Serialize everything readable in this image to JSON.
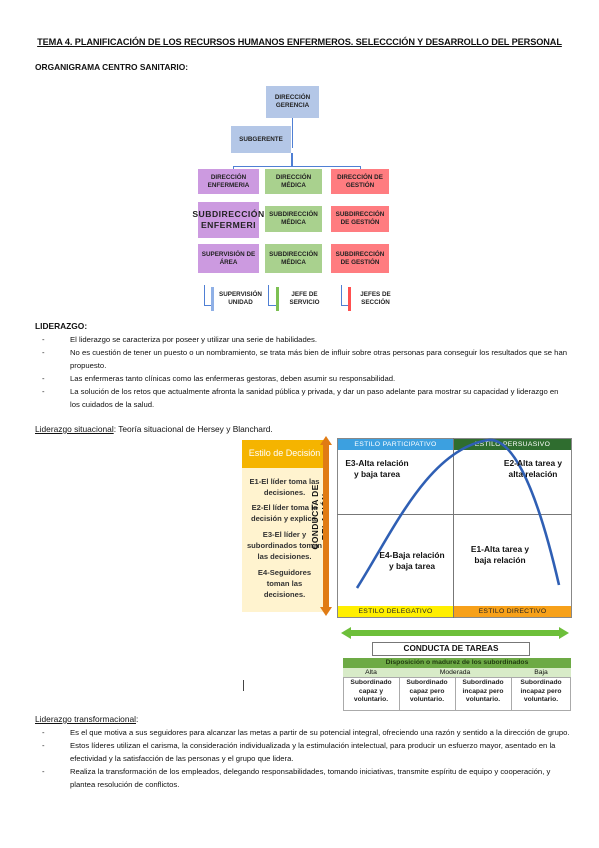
{
  "title": "TEMA 4. PLANIFICACIÓN DE LOS RECURSOS HUMANOS ENFERMEROS. SELECCCIÓN Y DESARROLLO DEL PERSONAL",
  "org": {
    "heading": "ORGANIGRAMA CENTRO SANITARIO:",
    "direccion_gerencia": "DIRECCIÓN GERENCIA",
    "subgerente": "SUBGERENTE",
    "dir_enfermeria": "DIRECCIÓN ENFERMERIA",
    "dir_medica": "DIRECCIÓN MÉDICA",
    "dir_gestion": "DIRECCIÓN DE GESTIÓN",
    "sub_enfermeria": "SUBDIRECCIÓN ENFERMERI",
    "sub_medica_1": "SUBDIRECCIÓN MÉDICA",
    "sub_gestion_1": "SUBDIRECCIÓN DE GESTIÓN",
    "sup_area": "SUPERVISIÓN DE ÁREA",
    "sub_medica_2": "SUBDIRECCIÓN MÉDICA",
    "sub_gestion_2": "SUBDIRECCIÓN DE GESTIÓN",
    "sup_unidad": "SUPERVISIÓN UNIDAD",
    "jefe_servicio": "JEFE DE SERVICIO",
    "jefes_seccion": "JEFES DE SECCIÓN"
  },
  "liderazgo": {
    "heading": "LIDERAZGO:",
    "items": [
      "El liderazgo se caracteriza por poseer y utilizar una serie de habilidades.",
      "No es cuestión de tener un puesto o un nombramiento, se trata más bien de influir sobre otras personas para conseguir los resultados que se han propuesto.",
      "Las enfermeras tanto clínicas como las enfermeras gestoras, deben asumir su responsabilidad.",
      "La solución de los retos que actualmente afronta la sanidad pública y privada, y dar un paso adelante para mostrar su capacidad y liderazgo en los cuidados de la salud."
    ]
  },
  "situacional": {
    "label": "Liderazgo situacional",
    "text": ": Teoría situacional de Hersey y Blanchard."
  },
  "diagram": {
    "estilo_decision": "Estilo de Decisión",
    "e1": "E1-El líder toma las decisiones.",
    "e2": "E2-El líder toma la decisión y explica.",
    "e3": "E3-El líder y subordinados toman las decisiones.",
    "e4": "E4-Seguidores toman las decisiones.",
    "conducta_relacion": "CONDUCTA DE RELACIÓN",
    "estilo_participativo": "ESTILO PARTICIPATIVO",
    "estilo_persuasivo": "ESTILO PERSUASIVO",
    "estilo_delegativo": "ESTILO DELEGATIVO",
    "estilo_directivo": "ESTILO DIRECTIVO",
    "q_e3": "E3-Alta relación y baja tarea",
    "q_e2": "E2-Alta tarea y alta relación",
    "q_e4": "E4-Baja relación y baja tarea",
    "q_e1": "E1-Alta tarea y baja relación",
    "conducta_tareas": "CONDUCTA DE TAREAS",
    "disposicion": "Disposición o madurez de los subordinados",
    "alta": "Alta",
    "moderada": "Moderada",
    "baja": "Baja",
    "c1": "Subordinado capaz y voluntario.",
    "c2": "Subordinado capaz pero voluntario.",
    "c3": "Subordinado incapaz pero voluntario.",
    "c4": "Subordinado incapaz pero voluntario."
  },
  "transformacional": {
    "label": "Liderazgo transformacional",
    "colon": ":",
    "items": [
      "Es el que motiva a sus seguidores para alcanzar las metas a partir de su potencial integral, ofreciendo una razón y sentido a la dirección de grupo.",
      "Estos líderes utilizan el carisma, la consideración individualizada y la estimulación intelectual, para producir un esfuerzo mayor, asentado en la efectividad y la satisfacción de las personas y el grupo que lidera.",
      "Realiza la transformación de los empleados, delegando responsabilidades, tomando iniciativas, transmite espíritu de equipo y cooperación, y plantea resolución de conflictos."
    ]
  },
  "colors": {
    "blue": "#b4c7e7",
    "purple": "#cc9ae0",
    "green": "#a9d18e",
    "red": "#ff7c80",
    "orange": "#e07b14"
  }
}
